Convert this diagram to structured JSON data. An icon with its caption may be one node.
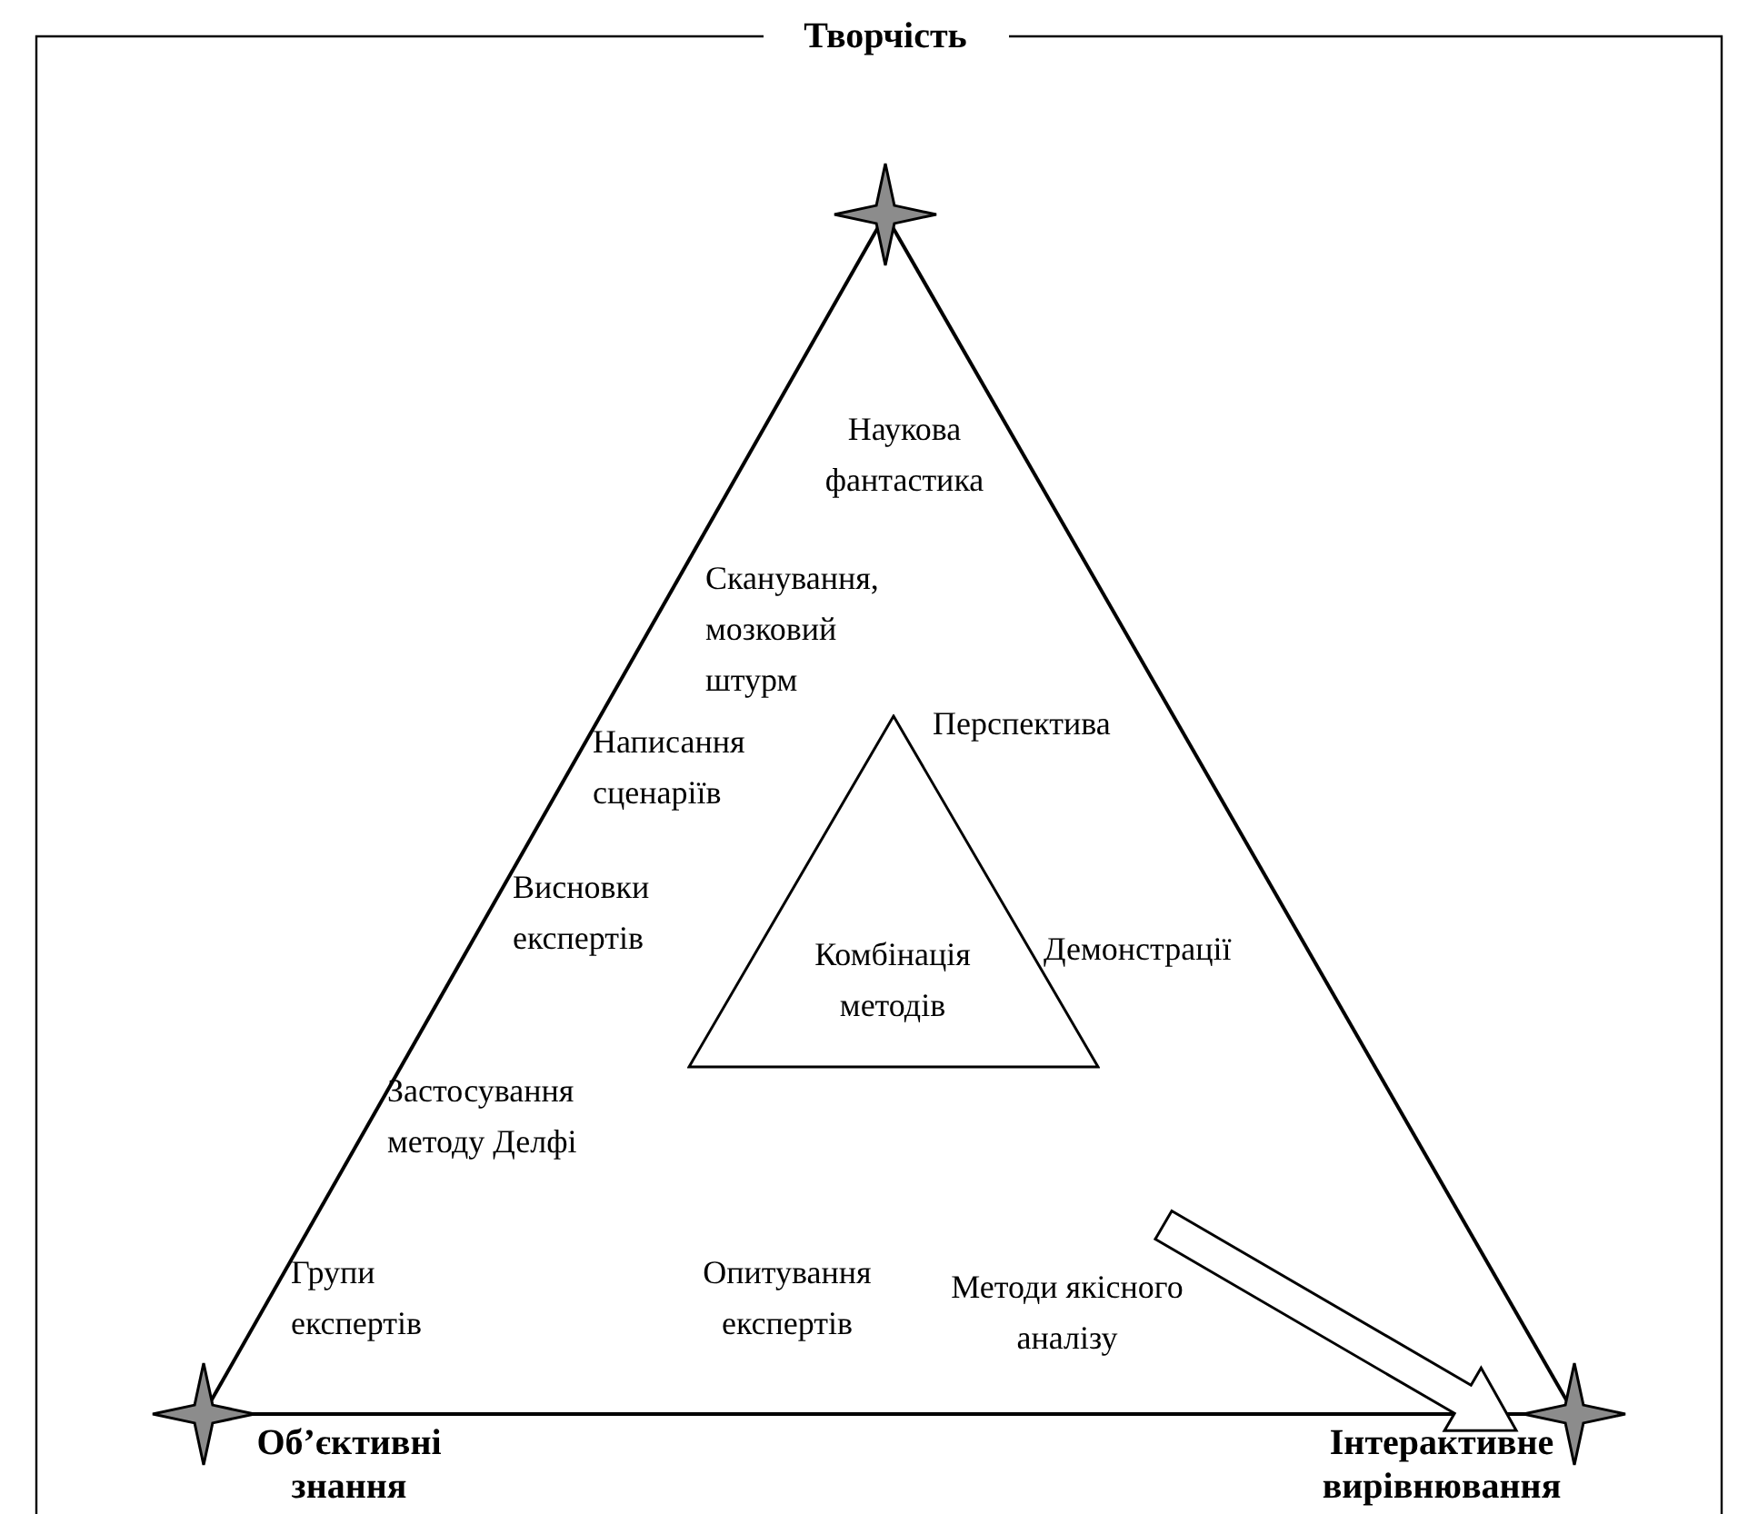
{
  "diagram": {
    "nodes": [
      {
        "text": [
          "Творчість"
        ]
      },
      {
        "text": [
          "Об’єктивні знання"
        ]
      },
      {
        "text": [
          "Інтерактивне вирівнювання"
        ]
      },
      {
        "text": [
          "Комбінація методів"
        ]
      }
    ],
    "edges": [
      {
        "from": 0,
        "to": 1,
        "arrow": "none"
      },
      {
        "from": 1,
        "to": 2,
        "arrow": "none"
      },
      {
        "from": 2,
        "to": 0,
        "arrow": "none"
      },
      {
        "from": 3,
        "to": 2,
        "arrow": "to",
        "style": "thick"
      }
    ],
    "labels": [
      "Наукова фантастика",
      "Сканування, мозковий штурм",
      "Перспектива",
      "Написання сценаріїв",
      "Висновки експертів",
      "Демонстрації",
      "Застосування методу Делфі",
      "Групи експертів",
      "Опитування експертів",
      "Методи якісного аналізу"
    ]
  }
}
